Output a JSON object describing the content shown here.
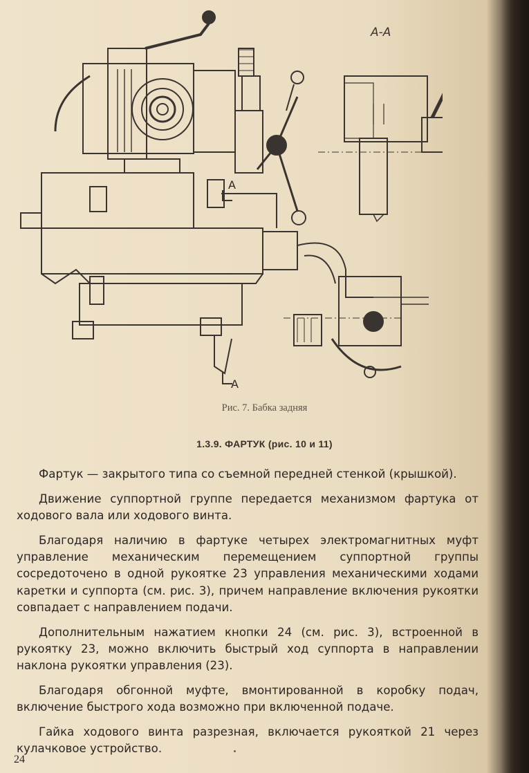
{
  "figure": {
    "section_label": "A-A",
    "section_marks": [
      "A",
      "A"
    ],
    "caption": "Рис. 7. Бабка задняя"
  },
  "section": {
    "heading": "1.3.9. ФАРТУК (рис. 10 и 11)",
    "paragraphs": [
      "Фартук — закрытого типа со съемной передней стенкой (крышкой).",
      "Движение суппортной группе передается механизмом фартука от ходового вала или ходового винта.",
      "Благодаря наличию в фартуке четырех электромагнитных муфт управление механическим перемещением суппортной группы сосредоточено в одной рукоятке 23 управления механическими ходами каретки и суппорта (см. рис. 3), причем направление включения рукоятки совпадает с направлением подачи.",
      "Дополнительным нажатием кнопки 24 (см. рис. 3), встроенной в рукоятку 23, можно включить быстрый ход суппорта в направлении наклона рукоятки управления (23).",
      "Благодаря обгонной муфте, вмонтированной в коробку подач, включение быстрого хода возможно при включенной подаче.",
      "Гайка ходового винта разрезная, включается рукояткой 21 через кулачковое устройство."
    ]
  },
  "page_number": "24"
}
